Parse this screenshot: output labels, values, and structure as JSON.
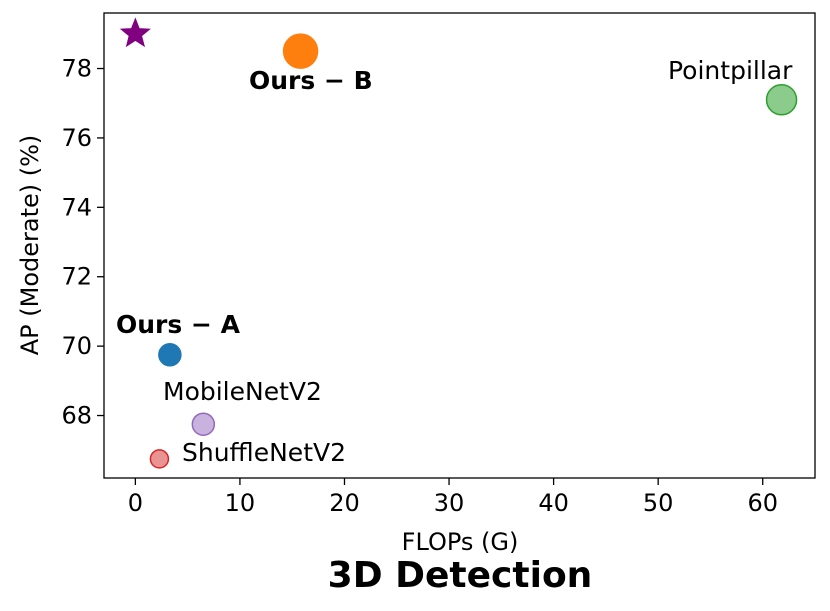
{
  "chart_data": {
    "type": "scatter",
    "title": "3D Detection",
    "xlabel": "FLOPs (G)",
    "ylabel": "AP (Moderate) (%)",
    "xlim": [
      -3,
      65
    ],
    "ylim": [
      66.2,
      79.6
    ],
    "xticks": [
      0,
      10,
      20,
      30,
      40,
      50,
      60
    ],
    "yticks": [
      68,
      70,
      72,
      74,
      76,
      78
    ],
    "grid": false,
    "points": [
      {
        "label": "",
        "x": 0,
        "y": 79.0,
        "marker": "star",
        "color": "#800080",
        "bold": false
      },
      {
        "label": "Ours − B",
        "x": 15.8,
        "y": 78.5,
        "marker": "circle",
        "color": "#ff7f0e",
        "bold": true
      },
      {
        "label": "Pointpillar",
        "x": 61.8,
        "y": 77.1,
        "marker": "circle",
        "color": "#2ca02c",
        "alpha": 0.55,
        "bold": false
      },
      {
        "label": "Ours − A",
        "x": 3.3,
        "y": 69.75,
        "marker": "circle",
        "color": "#1f77b4",
        "bold": true
      },
      {
        "label": "MobileNetV2",
        "x": 6.5,
        "y": 67.75,
        "marker": "circle",
        "color": "#9467bd",
        "alpha": 0.5,
        "bold": false
      },
      {
        "label": "ShuffleNetV2",
        "x": 2.3,
        "y": 66.75,
        "marker": "circle",
        "color": "#d62728",
        "alpha": 0.5,
        "bold": false
      }
    ]
  }
}
